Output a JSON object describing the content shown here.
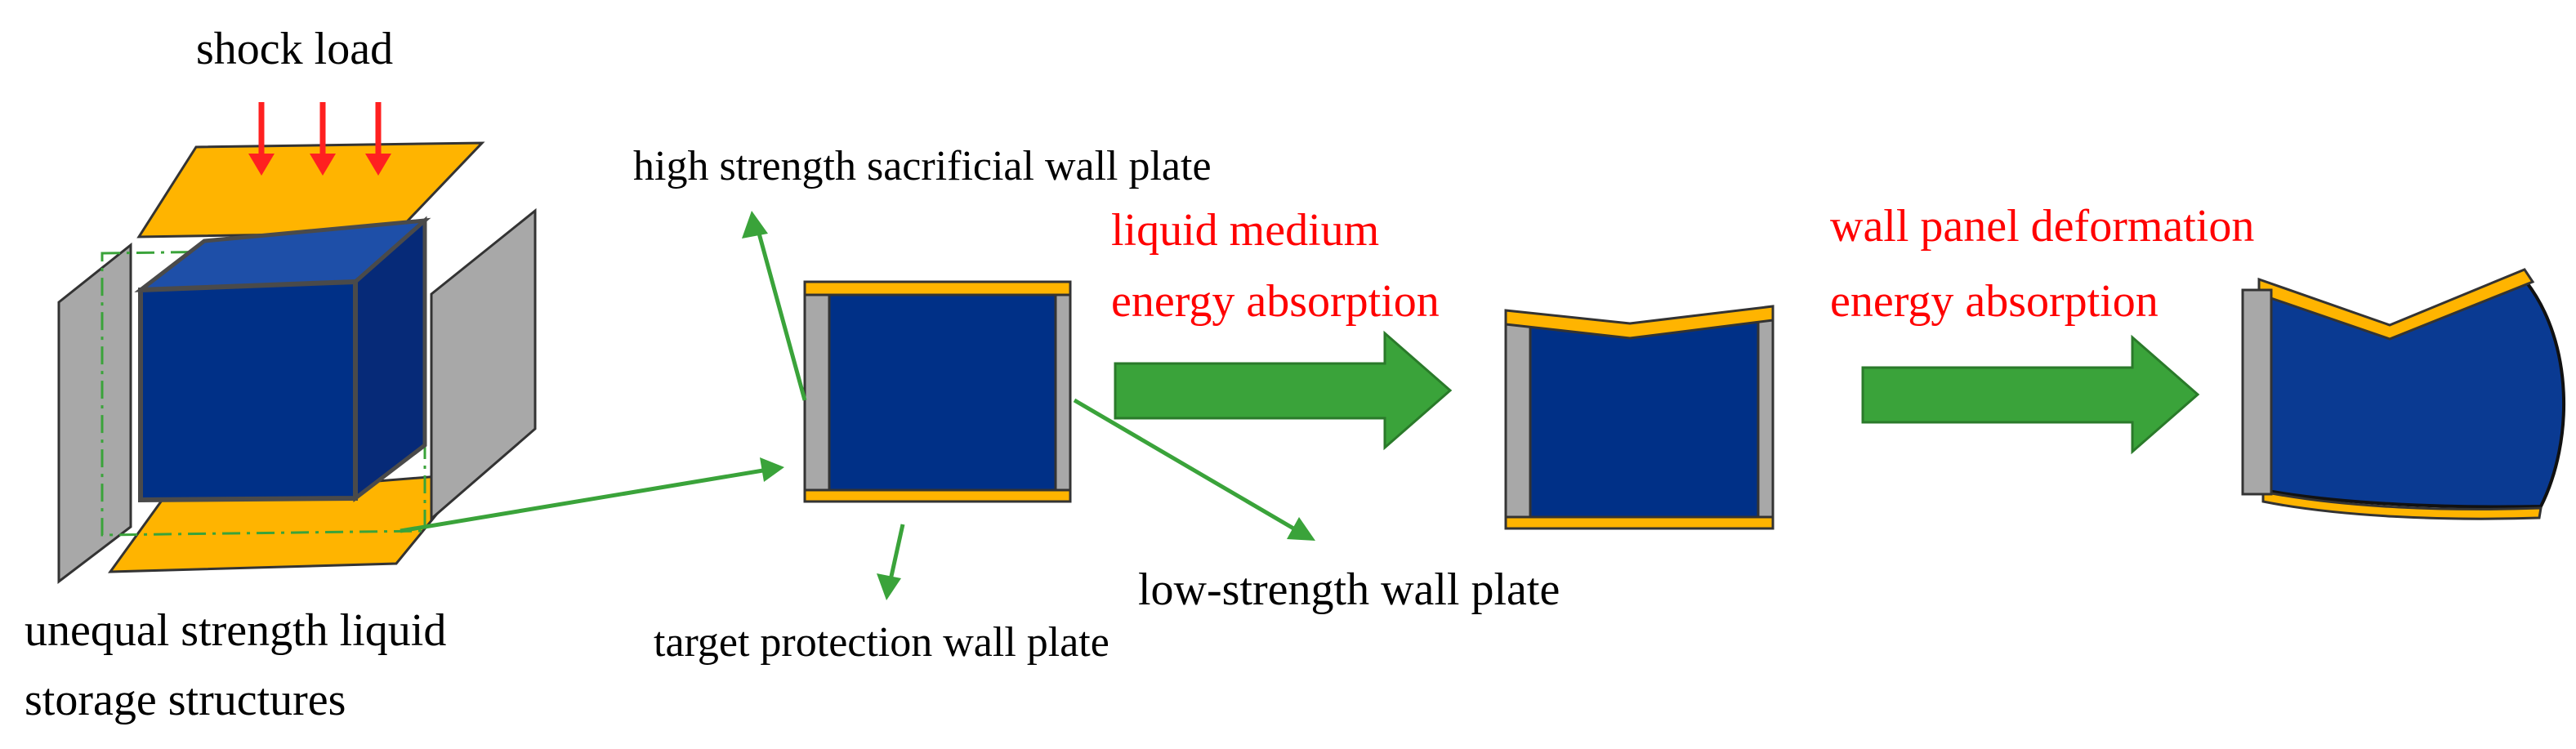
{
  "labels": {
    "shock_load": "shock load",
    "high_strength": "high strength sacrificial wall plate",
    "liquid_medium_1": "liquid medium",
    "liquid_medium_2": "energy absorption",
    "wall_deform_1": "wall panel deformation",
    "wall_deform_2": "energy absorption",
    "low_strength": "low-strength wall plate",
    "target_protection": "target protection wall plate",
    "unequal_1": "unequal strength liquid",
    "unequal_2": "storage structures"
  },
  "colors": {
    "liquid": "#003087",
    "sacrificial_plate": "#ffb400",
    "side_plate": "#a8a8a8",
    "arrow_green": "#3aa33a",
    "annotation_red": "#ff0000",
    "shock_arrow": "#ff2020"
  }
}
